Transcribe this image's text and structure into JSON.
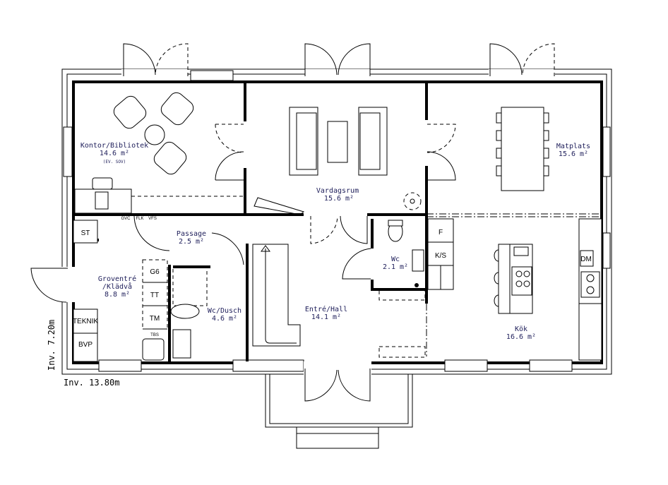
{
  "rooms": {
    "kontor": {
      "name": "Kontor/Bibliotek",
      "area": "14.6 m²",
      "note": "(EV. SOV)"
    },
    "vardagsrum": {
      "name": "Vardagsrum",
      "area": "15.6 m²"
    },
    "matplats": {
      "name": "Matplats",
      "area": "15.6 m²"
    },
    "passage": {
      "name": "Passage",
      "area": "2.5 m²"
    },
    "groventre": {
      "name_line1": "Groventré",
      "name_line2": "/Klädvå",
      "area": "8.8 m²"
    },
    "wc": {
      "name": "Wc",
      "area": "2.1 m²"
    },
    "wc_dusch": {
      "name": "Wc/Dusch",
      "area": "4.6 m²"
    },
    "entre": {
      "name": "Entré/Hall",
      "area": "14.1 m²"
    },
    "kok": {
      "name": "Kök",
      "area": "16.6 m²"
    }
  },
  "equipment": {
    "st": "ST",
    "g6": "G6",
    "tt": "TT",
    "tm": "TM",
    "tbs": "TBS",
    "teknik": "TEKNIK",
    "bvp": "BVP",
    "f": "F",
    "ks": "K/S",
    "dm": "DM",
    "gvc": "GVC",
    "flk": "FLK",
    "vfs": "VFS"
  },
  "dimensions": {
    "depth": "Inv. 7.20m",
    "width": "Inv. 13.80m"
  },
  "colors": {
    "label_text": "#1e1e5a",
    "lines": "#000000"
  }
}
